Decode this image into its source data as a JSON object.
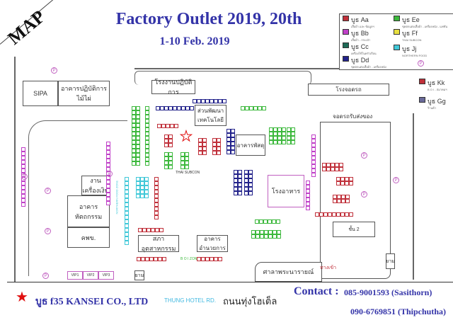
{
  "map_label": "MAP",
  "header": {
    "title": "Factory Outlet 2019, 20th",
    "dates": "1-10 Feb. 2019"
  },
  "legend": [
    {
      "label": "บูธ Aa",
      "desc": "เสื้อผ้า และ ข้อมูลฯ",
      "color": "#c0303a"
    },
    {
      "label": "บูธ Bb",
      "desc": "เสื้อผ้า - กระเป๋า",
      "color": "#c040c8"
    },
    {
      "label": "บูธ Cc",
      "desc": "เครื่องใช้ในครัวเรือน",
      "color": "#1f6b57"
    },
    {
      "label": "บูธ Dd",
      "desc": "ชุดตกแต่งเสื้อผ้า - เครื่องหนัง",
      "color": "#22228a"
    },
    {
      "label": "บูธ Ee",
      "desc": "ชุดตกแต่งเสื้อผ้า - เครื่องหนัง - แฟชั่น",
      "color": "#3cb83c"
    },
    {
      "label": "บูธ Ff",
      "desc": "THAI SUBCON",
      "color": "#e8e040"
    },
    {
      "label": "บูธ Jj",
      "desc": "NORTHERN FOOD",
      "color": "#40c8d8"
    }
  ],
  "legend_extra": [
    {
      "label": "บูธ Kk",
      "desc": "B O I - สมาคมฯ",
      "color": "#c0303a"
    },
    {
      "label": "บูธ Gg",
      "desc": "ร้านค้า",
      "color": "#6a6a9a"
    }
  ],
  "buildings": {
    "sipa": "SIPA",
    "bamboo": "อาคารปฏิบัติการไม้ไผ่",
    "workshop": "โรงงานปฏิบัติการ",
    "tech": "ส่วนพัฒนาเทคโนโลยี",
    "supplies": "อาคารพัสดุ",
    "canteen": "โรงอาหาร",
    "garage": "โรงจอดรถ",
    "delivery": "จอดรถรับส่งของ",
    "silver": "งานเครื่องเงิน",
    "handicraft": "อาคารหัตถกรรม",
    "kpk": "คพข.",
    "fti": "สภาอุตสาหกรรม",
    "admin": "อาคารอำนวยการ",
    "sala": "ศาลาพระนารายณ์",
    "floor2": "ชั้น 2",
    "guard": "ยาม",
    "guard2": "ยาม",
    "thai_subcon": "THAI SUBCON",
    "boi_zone": "B O I ZONE",
    "northern_food": "NORTHERN FOOD ZONE",
    "entrance": "ทางเข้า"
  },
  "vip": [
    "VIP1",
    "VIP2",
    "VIP3"
  ],
  "footer": {
    "booth": "บูธ f35 KANSEI CO., LTD",
    "road_en": "THUNG HOTEL RD.",
    "road_th": "ถนนทุ่งโฮเต็ล",
    "contact_label": "Contact :",
    "contact1": "085-9001593 (Sasithorn)",
    "contact2": "090-6769851 (Thipchutha)"
  },
  "colors": {
    "title": "#3333a8",
    "star": "#e01010",
    "road_en": "#40b8e0",
    "parking": "#c060c0"
  }
}
